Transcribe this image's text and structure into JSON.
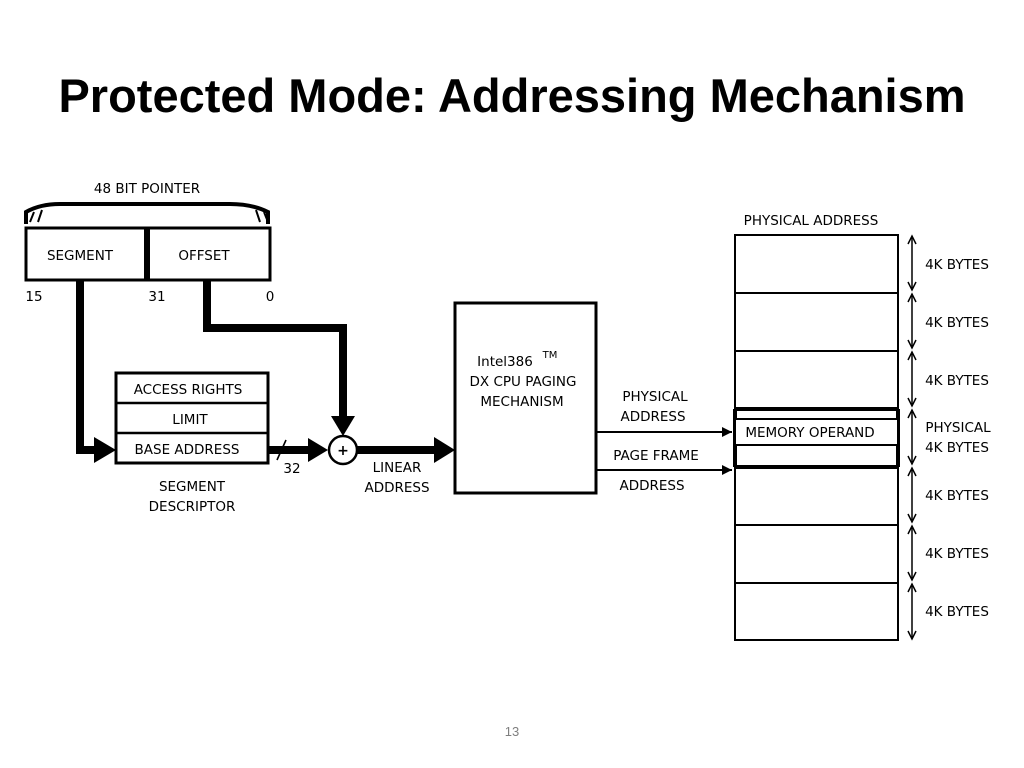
{
  "slide": {
    "title": "Protected Mode: Addressing Mechanism",
    "page_number": "13"
  },
  "diagram": {
    "pointer": {
      "title": "48 BIT POINTER",
      "segment_label": "SEGMENT",
      "offset_label": "OFFSET",
      "bit_15": "15",
      "bit_31": "31",
      "bit_0": "0"
    },
    "descriptor": {
      "access_rights": "ACCESS RIGHTS",
      "limit": "LIMIT",
      "base_address": "BASE ADDRESS",
      "caption_line1": "SEGMENT",
      "caption_line2": "DESCRIPTOR",
      "width_label": "32"
    },
    "adder_symbol": "+",
    "linear_address_line1": "LINEAR",
    "linear_address_line2": "ADDRESS",
    "cpu": {
      "line1": "Intel386",
      "line1_tm": "TM",
      "line2": "DX CPU PAGING",
      "line3": "MECHANISM"
    },
    "physical_address_line1": "PHYSICAL",
    "physical_address_line2": "ADDRESS",
    "page_frame_line1": "PAGE FRAME",
    "page_frame_line2": "ADDRESS",
    "memory": {
      "title": "PHYSICAL ADDRESS",
      "operand": "MEMORY OPERAND",
      "page_size_label": "4K BYTES",
      "physical_label_line1": "PHYSICAL",
      "physical_label_line2": "4K BYTES"
    }
  }
}
